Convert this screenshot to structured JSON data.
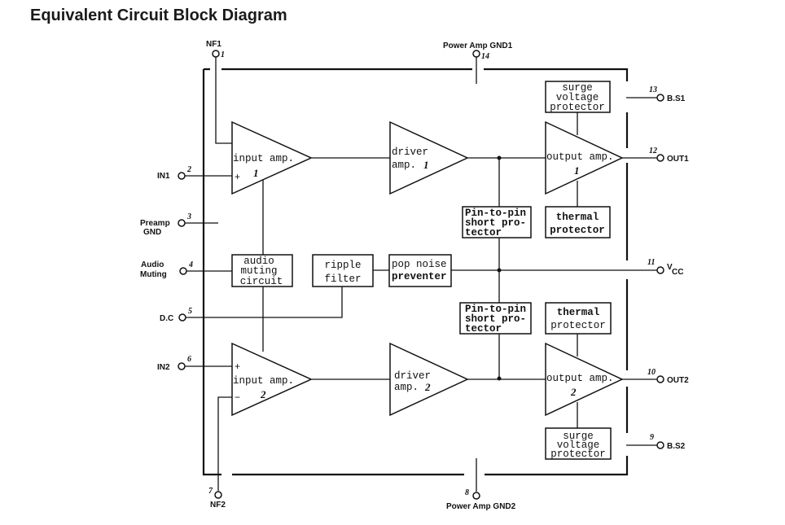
{
  "title": "Equivalent Circuit Block Diagram",
  "pins": {
    "p1": {
      "number": "1",
      "label": "NF1"
    },
    "p2": {
      "number": "2",
      "label": "IN1"
    },
    "p3": {
      "number": "3",
      "label_line1": "Preamp",
      "label_line2": "GND"
    },
    "p4": {
      "number": "4",
      "label_line1": "Audio",
      "label_line2": "Muting"
    },
    "p5": {
      "number": "5",
      "label": "D.C"
    },
    "p6": {
      "number": "6",
      "label": "IN2"
    },
    "p7": {
      "number": "7",
      "label": "NF2"
    },
    "p8": {
      "number": "8",
      "label": "Power Amp GND2"
    },
    "p9": {
      "number": "9",
      "label": "B.S2"
    },
    "p10": {
      "number": "10",
      "label": "OUT2"
    },
    "p11": {
      "number": "11",
      "label": "V",
      "label_sub": "CC"
    },
    "p12": {
      "number": "12",
      "label": "OUT1"
    },
    "p13": {
      "number": "13",
      "label": "B.S1"
    },
    "p14": {
      "number": "14",
      "label": "Power Amp GND1"
    }
  },
  "amps": {
    "input1": {
      "name": "input amp.",
      "unit": "1",
      "plus": "+"
    },
    "input2": {
      "name": "input amp.",
      "unit": "2",
      "plus": "+",
      "minus": "−"
    },
    "driver1": {
      "line1": "driver",
      "line2": "amp.",
      "unit": "1"
    },
    "driver2": {
      "line1": "driver",
      "line2": "amp.",
      "unit": "2"
    },
    "output1": {
      "name": "output amp.",
      "unit": "1"
    },
    "output2": {
      "name": "output amp.",
      "unit": "2"
    }
  },
  "blocks": {
    "surge1": [
      "surge",
      "voltage",
      "protector"
    ],
    "surge2": [
      "surge",
      "voltage",
      "protector"
    ],
    "thermal1": [
      "thermal",
      "protector"
    ],
    "thermal2": [
      "thermal",
      "protector"
    ],
    "short1": [
      "Pin-to-pin",
      "short pro-",
      "tector"
    ],
    "short2": [
      "Pin-to-pin",
      "short pro-",
      "tector"
    ],
    "muting": [
      "audio",
      "muting",
      "circuit"
    ],
    "ripple": [
      "ripple",
      "filter"
    ],
    "pop": [
      "pop noise",
      "preventer"
    ]
  }
}
